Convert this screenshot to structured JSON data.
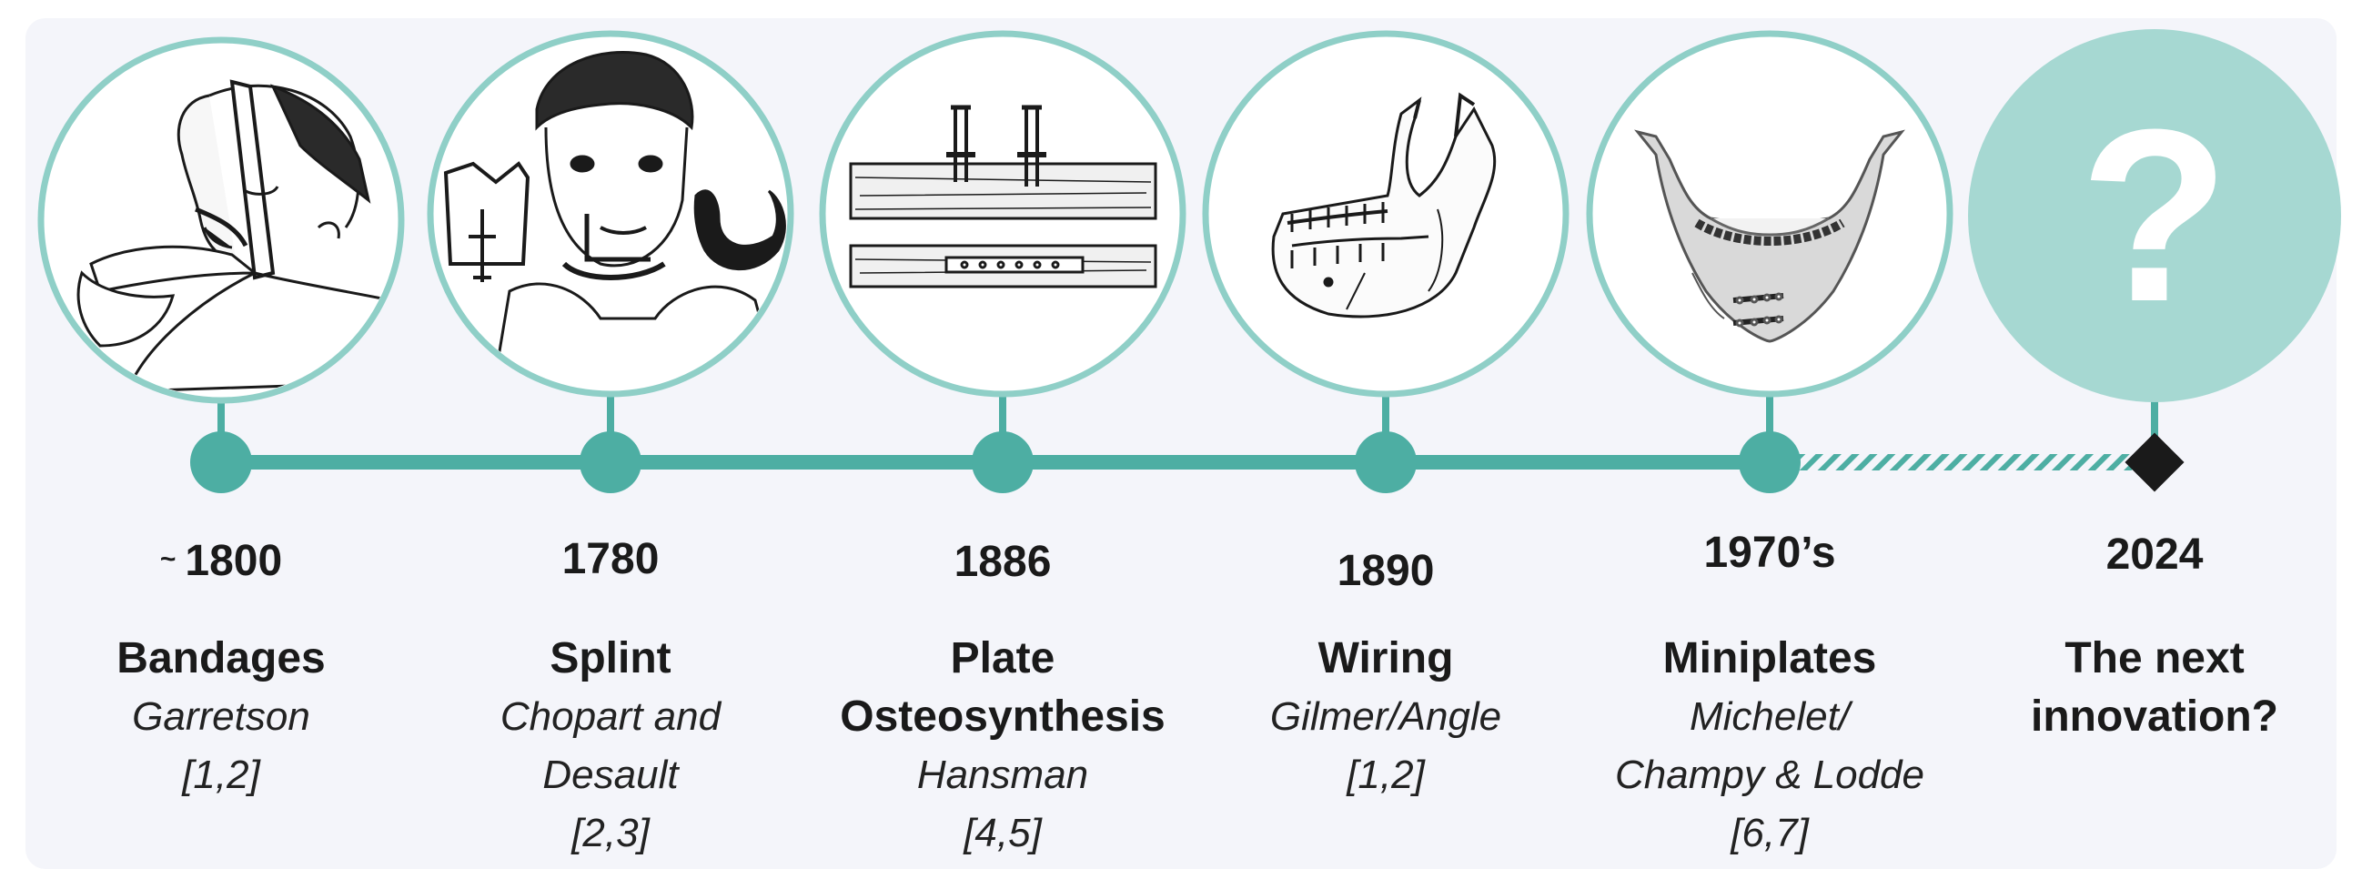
{
  "colors": {
    "teal": "#4daea3",
    "teal_ring": "#8fcfc7",
    "teal_fill": "#a6d8d2",
    "panel": "#f4f5fa",
    "diamond": "#1a1a1a"
  },
  "milestones": [
    {
      "year_prefix": "~",
      "year": "1800",
      "name": "Bandages",
      "author": "Garretson",
      "refs": "[1,2]",
      "icon": "bandaged-head-illustration"
    },
    {
      "year_prefix": "",
      "year": "1780",
      "name": "Splint",
      "author_line1": "Chopart and",
      "author_line2": "Desault",
      "refs": "[2,3]",
      "icon": "splint-device-illustration"
    },
    {
      "year_prefix": "",
      "year": "1886",
      "name_line1": "Plate",
      "name_line2": "Osteosynthesis",
      "author": "Hansman",
      "refs": "[4,5]",
      "icon": "bone-plate-illustration"
    },
    {
      "year_prefix": "",
      "year": "1890",
      "name": "Wiring",
      "author": "Gilmer/Angle",
      "refs": "[1,2]",
      "icon": "wired-mandible-illustration"
    },
    {
      "year_prefix": "",
      "year": "1970’s",
      "name": "Miniplates",
      "author_line1": "Michelet/",
      "author_line2": "Champy & Lodde",
      "refs": "[6,7]",
      "icon": "mandible-miniplates-illustration"
    },
    {
      "year_prefix": "",
      "year": "2024",
      "name_line1": "The next",
      "name_line2": "innovation?",
      "icon": "question-mark-icon",
      "glyph": "?"
    }
  ]
}
